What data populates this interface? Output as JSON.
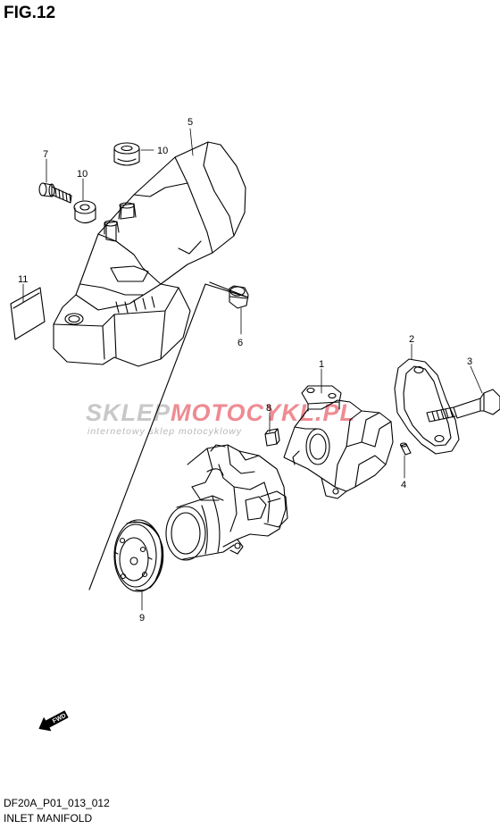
{
  "figure": {
    "title": "FIG.12",
    "code": "DF20A_P01_013_012",
    "caption": "INLET MANIFOLD"
  },
  "callouts": [
    "1",
    "2",
    "3",
    "4",
    "5",
    "6",
    "7",
    "8",
    "9",
    "10",
    "10",
    "11"
  ],
  "watermark": {
    "part1": "SKLEP",
    "part2": "MOTOCYKL.PL",
    "sub": "internetowy sklep motocyklowy",
    "colors": {
      "gray": "#c8c8c8",
      "red": "#ee8b92"
    }
  },
  "fwd_label": "FWD"
}
